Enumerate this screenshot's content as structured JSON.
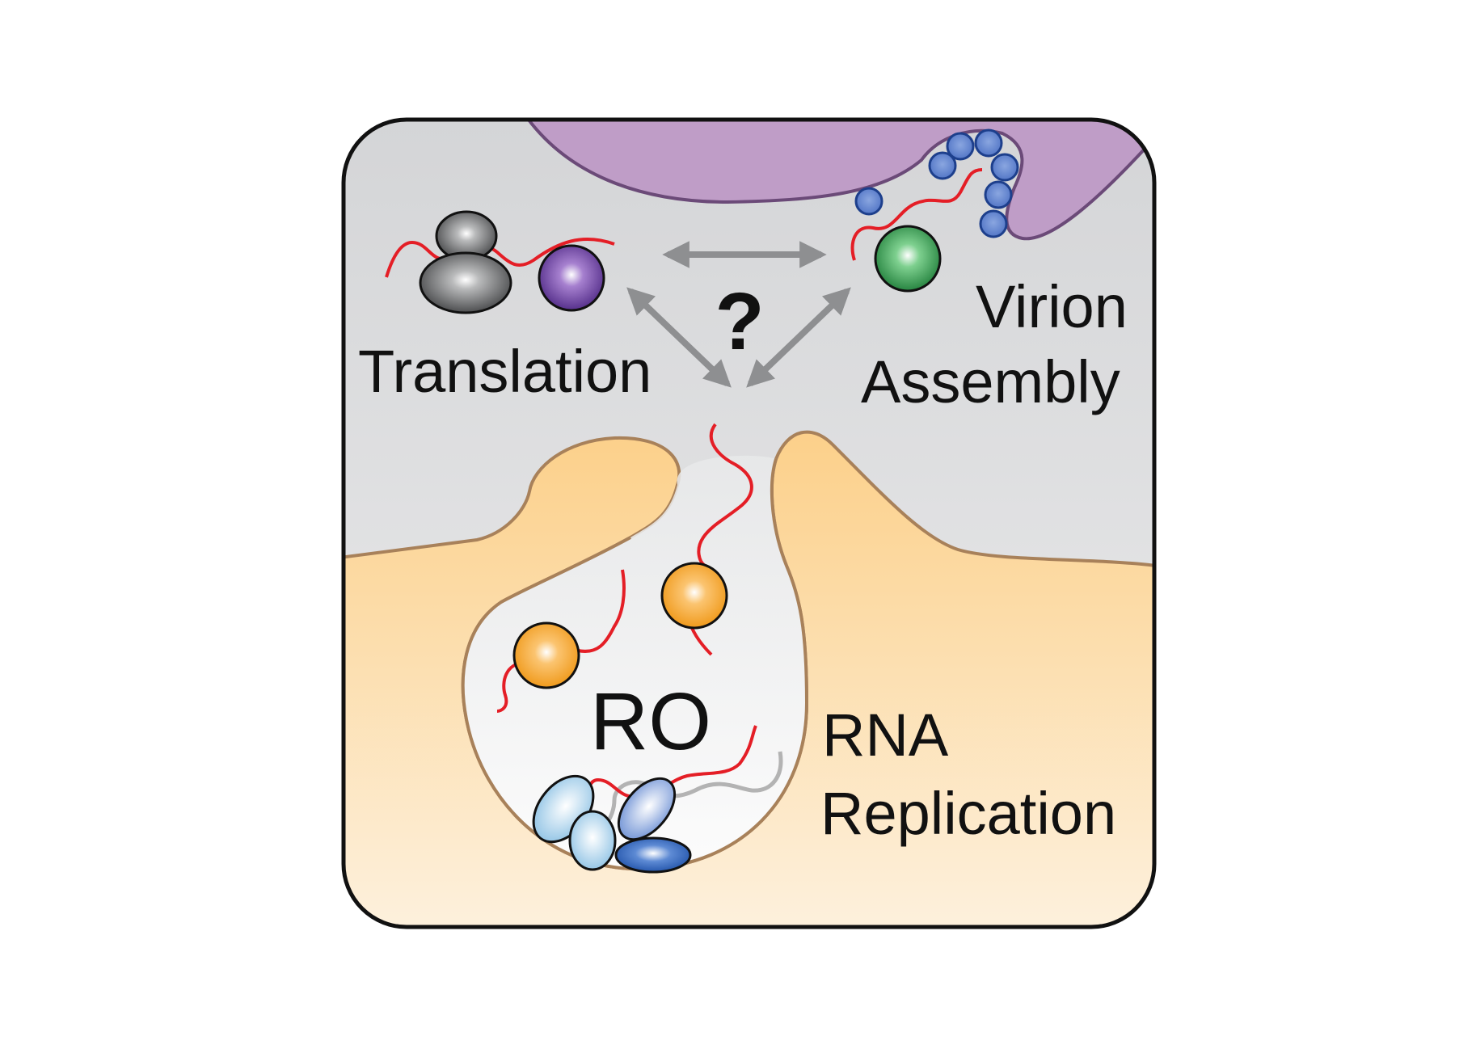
{
  "labels": {
    "translation": "Translation",
    "virion_line1": "Virion",
    "virion_line2": "Assembly",
    "rna_line1": "RNA",
    "rna_line2": "Replication",
    "ro": "RO",
    "question": "?"
  },
  "colors": {
    "frame_stroke": "#111111",
    "cytoplasm_top": "#d4d5d7",
    "cytoplasm_bottom": "#ececed",
    "membrane_top": "#fcd08a",
    "membrane_bottom": "#fdf1de",
    "membrane_edge": "#a8815a",
    "assembly_compartment": "#bf9dc7",
    "assembly_edge": "#6b4a78",
    "rna_strand": "#e41e26",
    "template_strand": "#b3b3b3",
    "arrow": "#8e8f91",
    "ribosome": "#5a5b5d",
    "translation_protein": "#6a3fa0",
    "assembly_protein": "#2e9b4a",
    "capsid_subunit": "#4e72c4",
    "replication_protein": "#f5a629",
    "replicase": "#3f73c6"
  },
  "icons": [
    "ribosome-icon",
    "translation-protein-icon",
    "assembly-protein-icon",
    "capsid-subunit-icon",
    "replication-protein-icon",
    "replicase-complex-icon",
    "bidirectional-arrow-icon"
  ]
}
